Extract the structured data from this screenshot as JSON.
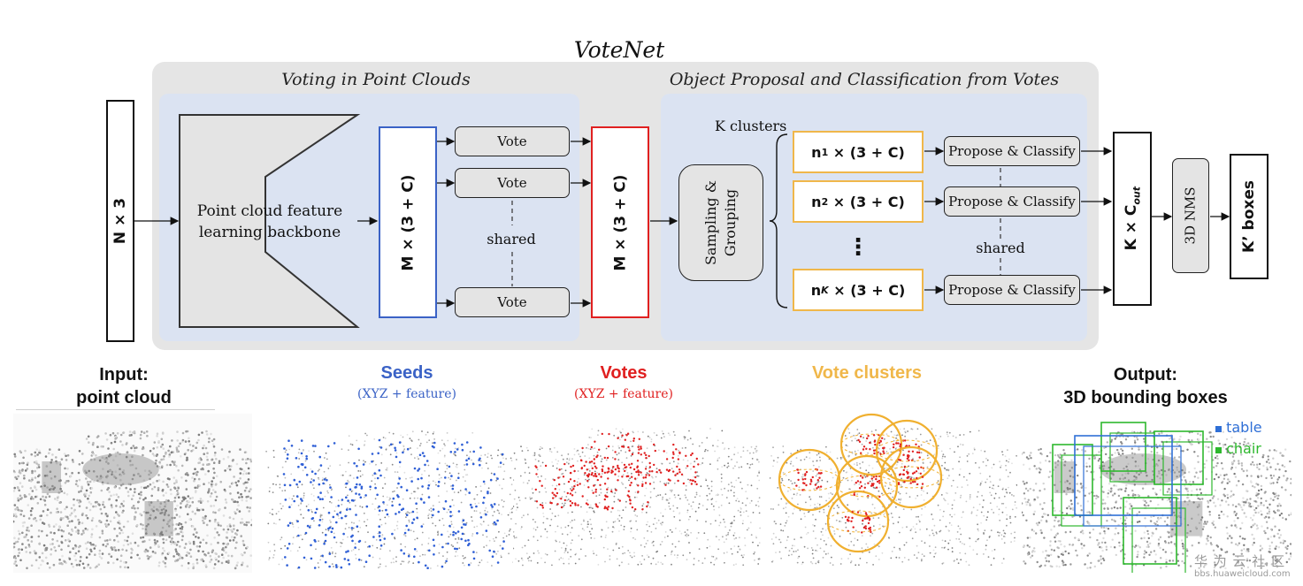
{
  "title": "VoteNet",
  "sections": {
    "voting": "Voting in Point Clouds",
    "proposal": "Object Proposal and Classification from Votes"
  },
  "input_box": "N × 3",
  "backbone": {
    "line1": "Point cloud feature",
    "line2": "learning backbone"
  },
  "seed_box": "M × (3 + C)",
  "vote_label": "Vote",
  "shared_label": "shared",
  "votes_box": "M × (3 + C)",
  "k_clusters": "K clusters",
  "sampling": {
    "line1": "Sampling &",
    "line2": "Grouping"
  },
  "clusters": [
    {
      "n": "n",
      "sub": "1",
      "rest": " × (3 + C)"
    },
    {
      "n": "n",
      "sub": "2",
      "rest": " × (3 + C)"
    },
    {
      "n": "n",
      "sub": "K",
      "rest": " × (3 + C)"
    }
  ],
  "dots": "⋮",
  "propose_label": "Propose & Classify",
  "output_box": {
    "main": "K × C",
    "sub": "out"
  },
  "nms": "3D NMS",
  "final_box": "K’ boxes",
  "bottom": {
    "input": {
      "line1": "Input:",
      "line2": "point cloud"
    },
    "seeds": {
      "head": "Seeds",
      "sub": "(XYZ + feature)"
    },
    "votes": {
      "head": "Votes",
      "sub": "(XYZ + feature)"
    },
    "clusters": {
      "head": "Vote clusters"
    },
    "output": {
      "line1": "Output:",
      "line2": "3D bounding boxes"
    },
    "legend": [
      {
        "label": "table",
        "color": "#2f6fd6"
      },
      {
        "label": "chair",
        "color": "#2eb82e"
      }
    ]
  },
  "colors": {
    "seed": "#2f5fd6",
    "vote": "#e02020",
    "cluster": "#f0b030",
    "orange": "#f0b74a"
  },
  "watermark": {
    "line1": "华 为 云 社 区",
    "line2": "bbs.huaweicloud.com"
  }
}
